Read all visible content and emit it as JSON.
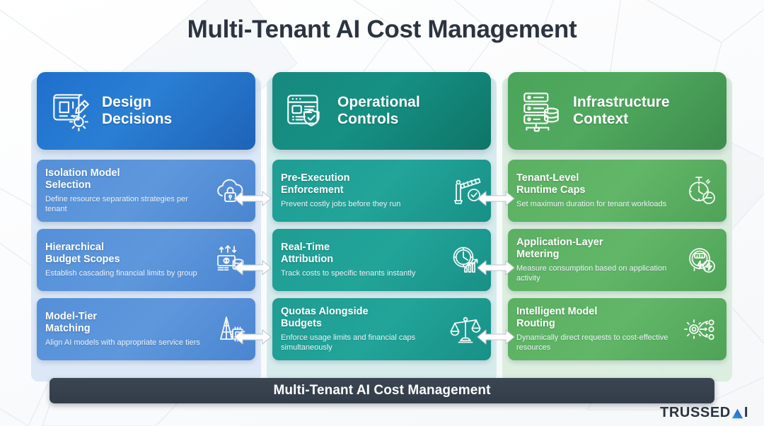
{
  "title": "Multi-Tenant AI Cost Management",
  "colors": {
    "design_header": "#2a7fd4",
    "operational_header": "#159083",
    "infrastructure_header": "#50a95e",
    "design_card": "#5e97dc",
    "operational_card": "#22a499",
    "infrastructure_card": "#61b668",
    "footer_bar": "#333d49",
    "title_text": "#2b3440",
    "logo_accent_start": "#2f9fd8",
    "logo_accent_end": "#2f5bd0"
  },
  "columns": [
    {
      "header": {
        "title_line1": "Design",
        "title_line2": "Decisions",
        "icon": "blueprint-pencil-gear-icon"
      },
      "cards": [
        {
          "title_line1": "Isolation Model",
          "title_line2": "Selection",
          "desc": "Define resource separation strategies per tenant",
          "icon": "cloud-lock-icon"
        },
        {
          "title_line1": "Hierarchical",
          "title_line2": "Budget Scopes",
          "desc": "Establish cascading financial limits by group",
          "icon": "money-arrows-icon"
        },
        {
          "title_line1": "Model-Tier",
          "title_line2": "Matching",
          "desc": "Align AI models with appropriate service tiers",
          "icon": "pyramid-chip-icon"
        }
      ]
    },
    {
      "header": {
        "title_line1": "Operational",
        "title_line2": "Controls",
        "icon": "dashboard-shield-check-icon"
      },
      "cards": [
        {
          "title_line1": "Pre-Execution",
          "title_line2": "Enforcement",
          "desc": "Prevent costly jobs before they run",
          "icon": "barrier-gate-check-icon"
        },
        {
          "title_line1": "Real-Time",
          "title_line2": "Attribution",
          "desc": "Track costs to specific tenants instantly",
          "icon": "clock-bar-chart-icon"
        },
        {
          "title_line1": "Quotas Alongside",
          "title_line2": "Budgets",
          "desc": "Enforce usage limits and financial caps simultaneously",
          "icon": "balance-scales-icon"
        }
      ]
    },
    {
      "header": {
        "title_line1": "Infrastructure",
        "title_line2": "Context",
        "icon": "server-rack-database-icon"
      },
      "cards": [
        {
          "title_line1": "Tenant-Level",
          "title_line2": "Runtime Caps",
          "desc": "Set maximum duration for tenant workloads",
          "icon": "stopwatch-minus-icon"
        },
        {
          "title_line1": "Application-Layer",
          "title_line2": "Metering",
          "desc": "Measure consumption based on application activity",
          "icon": "electric-meter-bolt-icon"
        },
        {
          "title_line1": "Intelligent Model",
          "title_line2": "Routing",
          "desc": "Dynamically direct requests to cost-effective resources",
          "icon": "gear-routing-icon"
        }
      ]
    }
  ],
  "footer": {
    "label": "Multi-Tenant AI Cost Management"
  },
  "logo": {
    "prefix": "TRUSSED",
    "suffix": "I",
    "mark": "triangle-a-glyph"
  }
}
